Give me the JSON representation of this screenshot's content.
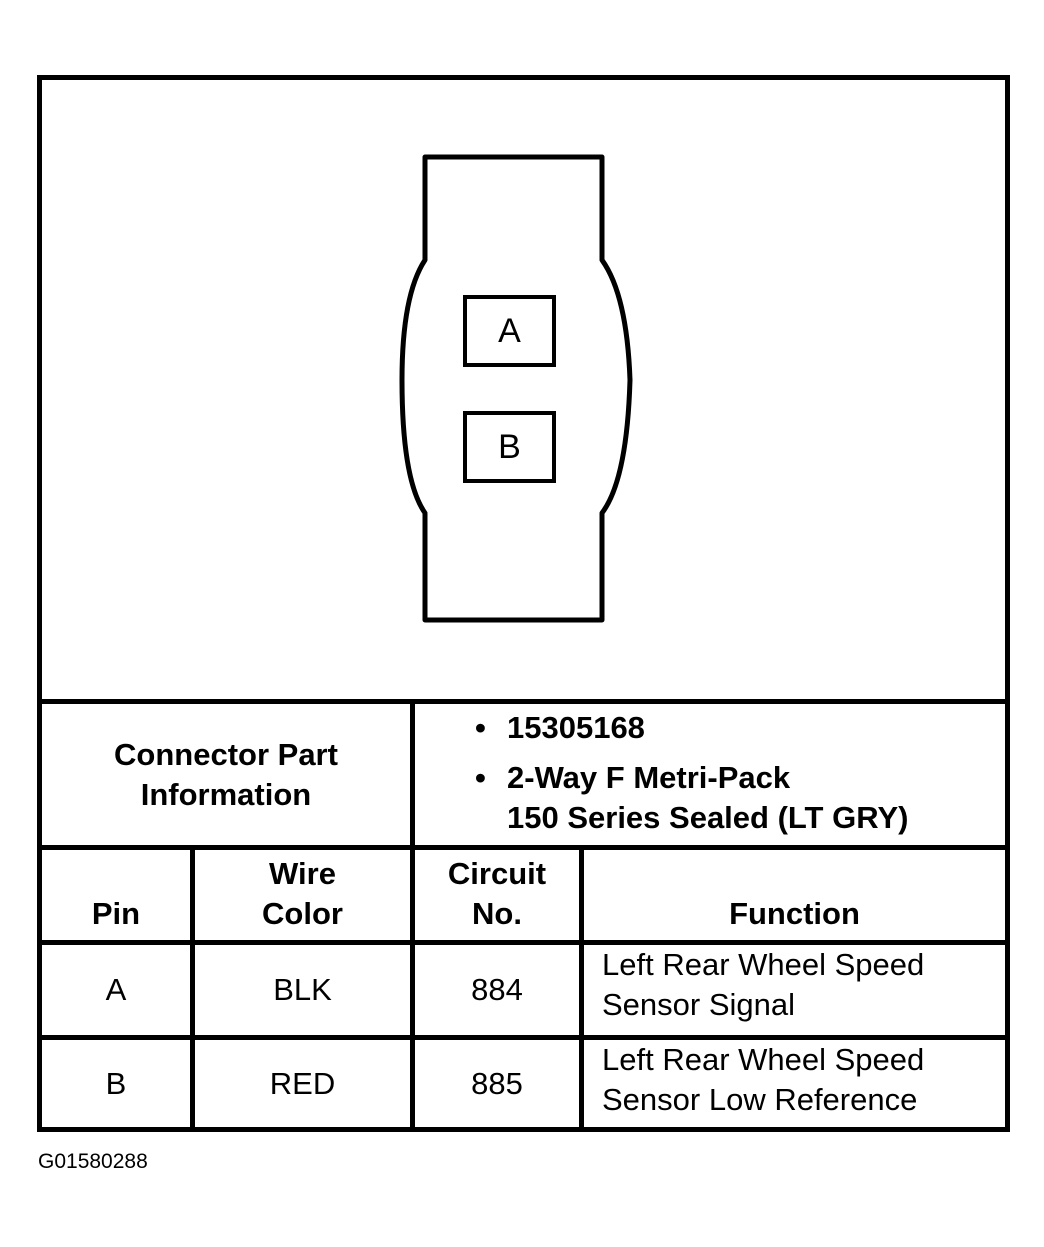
{
  "connector": {
    "pins": [
      "A",
      "B"
    ]
  },
  "part_info": {
    "label": "Connector Part Information",
    "label_line1": "Connector Part",
    "label_line2": "Information",
    "bullet": "•",
    "items": [
      {
        "line1": "15305168"
      },
      {
        "line1": "2-Way F Metri-Pack",
        "line2": "150 Series Sealed (LT GRY)"
      }
    ]
  },
  "table": {
    "headers": {
      "pin": "Pin",
      "wire_color_line1": "Wire",
      "wire_color_line2": "Color",
      "circuit_line1": "Circuit",
      "circuit_line2": "No.",
      "function": "Function"
    },
    "rows": [
      {
        "pin": "A",
        "wire_color": "BLK",
        "circuit": "884",
        "function_line1": "Left Rear Wheel Speed",
        "function_line2": "Sensor Signal"
      },
      {
        "pin": "B",
        "wire_color": "RED",
        "circuit": "885",
        "function_line1": "Left Rear Wheel Speed",
        "function_line2": "Sensor Low Reference"
      }
    ]
  },
  "footer": {
    "figure_id": "G01580288"
  }
}
